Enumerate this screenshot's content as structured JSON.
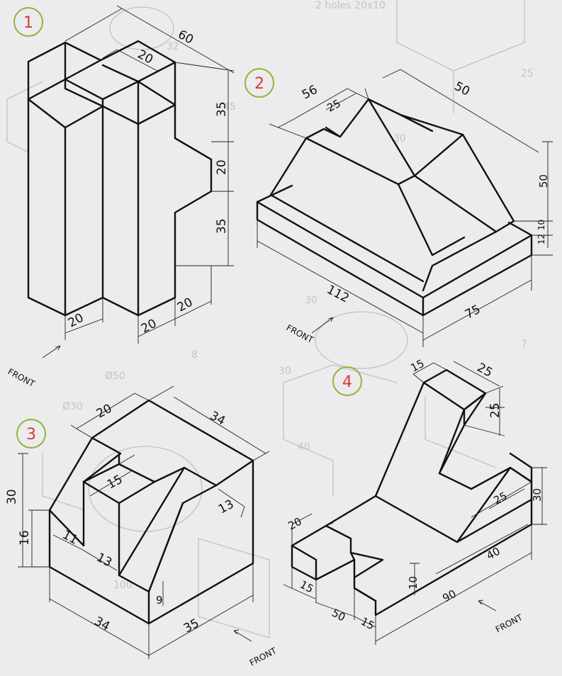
{
  "figures": [
    {
      "number": "1",
      "dimensions": [
        "60",
        "20",
        "35",
        "20",
        "35",
        "20",
        "20",
        "20"
      ],
      "front_label": "FRONT"
    },
    {
      "number": "2",
      "dimensions": [
        "56",
        "25",
        "50",
        "50",
        "10",
        "12",
        "112",
        "75"
      ],
      "front_label": "FRONT"
    },
    {
      "number": "3",
      "dimensions": [
        "20",
        "34",
        "15",
        "30",
        "16",
        "11",
        "13",
        "13",
        "9",
        "34",
        "35"
      ],
      "front_label": "FRONT"
    },
    {
      "number": "4",
      "dimensions": [
        "15",
        "25",
        "25",
        "30",
        "25",
        "20",
        "40",
        "10",
        "90",
        "15",
        "50",
        "15"
      ],
      "front_label": "FRONT"
    }
  ],
  "background_text": [
    "2 holes 20x10",
    "45",
    "32",
    "25",
    "30",
    "Ø50",
    "Ø30",
    "30",
    "40",
    "8",
    "7",
    "100",
    "30"
  ],
  "colors": {
    "figure_number": "#d23a3a",
    "figure_circle": "#8fb63a",
    "line": "#111111",
    "paper": "#ecebed"
  }
}
